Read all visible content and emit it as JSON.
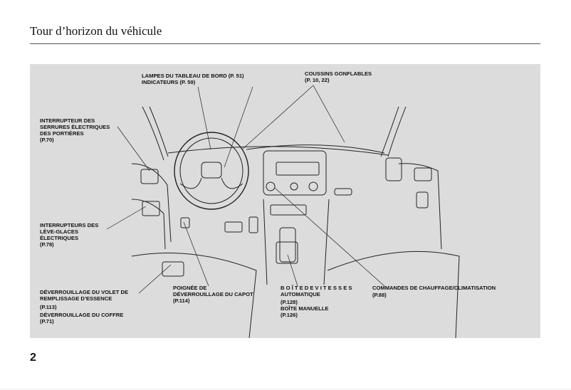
{
  "page": {
    "title": "Tour d’horizon du véhicule",
    "page_number": "2"
  },
  "labels": {
    "lampes": {
      "line1": "LAMPES DU TABLEAU DE BORD (P. 51)",
      "line2": "INDICATEURS (P. 59)"
    },
    "coussins": {
      "line1": "COUSSINS GONFLABLES",
      "line2": "(P. 10, 22)"
    },
    "serrures": {
      "line1": "INTERRUPTEUR DES",
      "line2": "SERRURES ÉLECTRIQUES",
      "line3": "DES PORTIÈRES",
      "ref": "(P.70)"
    },
    "leve_glaces": {
      "line1": "INTERRUPTEURS DES",
      "line2": "LÈVE-GLACES",
      "line3": "ÉLECTRIQUES",
      "ref": "(P.78)"
    },
    "volet": {
      "line1": "DÉVERROUILLAGE DU VOLET DE",
      "line2": "REMPLISSAGE D’ESSENCE",
      "ref": "(P.113)"
    },
    "coffre": {
      "line1": "DÉVERROUILLAGE DU COFFRE",
      "ref": "(P.71)"
    },
    "capot": {
      "line1": "POIGNÉE DE",
      "line2": "DÉVERROUILLAGE DU CAPOT",
      "ref": "(P.114)"
    },
    "boite": {
      "line1": "B O Î T E  D E  V I T E S S E S",
      "line2": "AUTOMATIQUE",
      "ref1": "(P.128)",
      "line3": "BOÎTE MANUELLE",
      "ref2": "(P.126)"
    },
    "chauffage": {
      "line1": "COMMANDES DE CHAUFFAGE/CLIMATISATION",
      "ref": "(P.88)"
    }
  },
  "colors": {
    "figure_background": "#dcdcdc",
    "line_art": "#222222"
  }
}
